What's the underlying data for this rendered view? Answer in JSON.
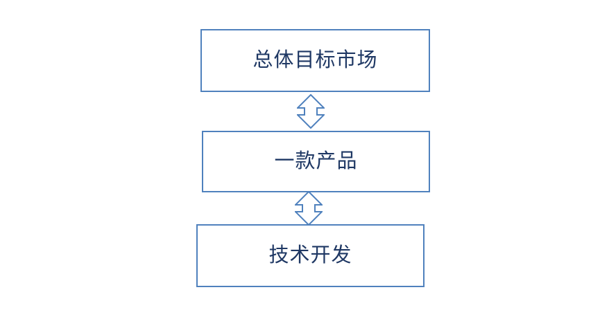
{
  "diagram": {
    "type": "flow-vertical",
    "nodes": [
      {
        "id": "overall-target-market",
        "label": "总体目标市场"
      },
      {
        "id": "one-product",
        "label": "一款产品"
      },
      {
        "id": "tech-development",
        "label": "技术开发"
      }
    ],
    "connectors": [
      {
        "from": "overall-target-market",
        "to": "one-product",
        "type": "double-headed-vertical-arrow"
      },
      {
        "from": "one-product",
        "to": "tech-development",
        "type": "double-headed-vertical-arrow"
      }
    ]
  },
  "colors": {
    "background": "#ffffff",
    "box_border": "#4f81bd",
    "box_fill": "#ffffff",
    "text": "#1f3864",
    "arrow_stroke": "#4f81bd"
  }
}
